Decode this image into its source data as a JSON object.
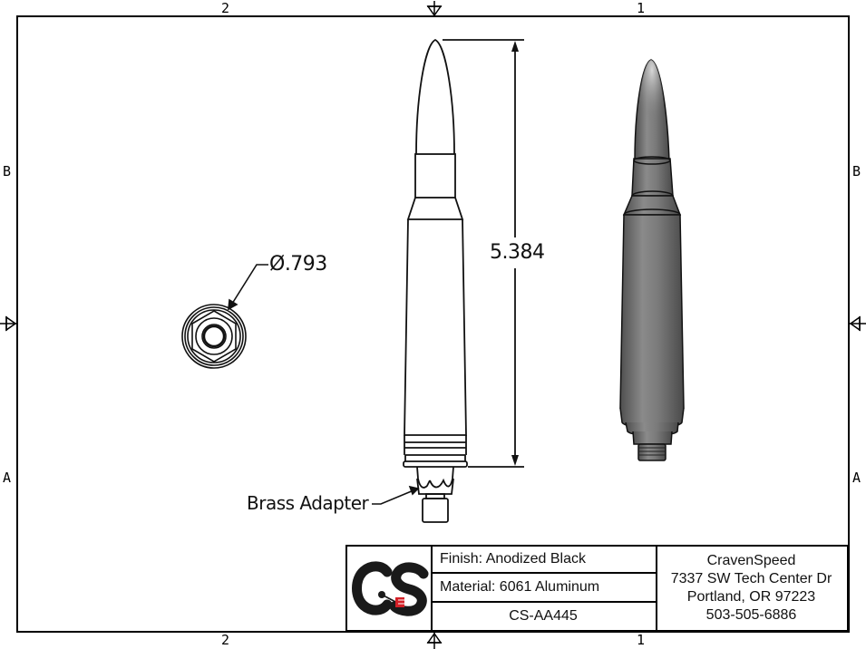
{
  "sheet": {
    "border_color": "#000000",
    "zones": {
      "top": [
        "2",
        "1"
      ],
      "bottom": [
        "2",
        "1"
      ],
      "left": [
        "B",
        "A"
      ],
      "right": [
        "B",
        "A"
      ]
    }
  },
  "views": {
    "end_view": {
      "dimension_label": "Ø.793"
    },
    "side_view": {
      "dimension_label": "5.384",
      "callout_label": "Brass Adapter"
    },
    "isometric_view": {
      "body_color": "#6b6b6b",
      "highlight_color": "#bdbdbd"
    }
  },
  "title_block": {
    "logo": {
      "text": "CS",
      "primary_color": "#1a1a1a",
      "accent_color": "#d42027"
    },
    "finish": "Finish: Anodized Black",
    "material": "Material: 6061 Aluminum",
    "part_number": "CS-AA445",
    "company": {
      "name": "CravenSpeed",
      "address_line1": "7337 SW Tech Center Dr",
      "address_line2": "Portland, OR 97223",
      "phone": "503-505-6886"
    }
  }
}
